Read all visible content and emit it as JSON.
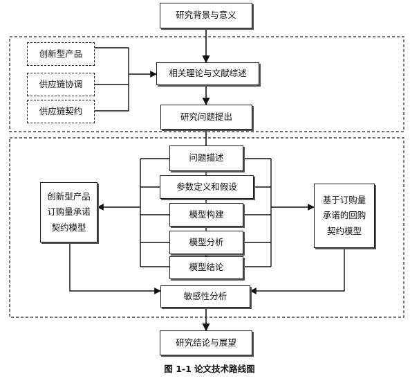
{
  "nodes": {
    "background": "研究背景与意义",
    "innovative_product": "创新型产品",
    "supply_chain_coordination": "供应链协调",
    "supply_chain_contract": "供应链契约",
    "theory_review": "相关理论与文献综述",
    "problem_proposal": "研究问题提出",
    "problem_description": "问题描述",
    "parameters": "参数定义和假设",
    "model_building": "模型构建",
    "model_analysis": "模型分析",
    "model_conclusion": "模型结论",
    "left_model": [
      "创新型产品",
      "订购量承诺",
      "契约模型"
    ],
    "right_model": [
      "基于订购量",
      "承诺的回购",
      "契约模型"
    ],
    "sensitivity": "敏感性分析",
    "conclusion": "研究结论与展望"
  },
  "caption": "图 1-1  论文技术路线图"
}
